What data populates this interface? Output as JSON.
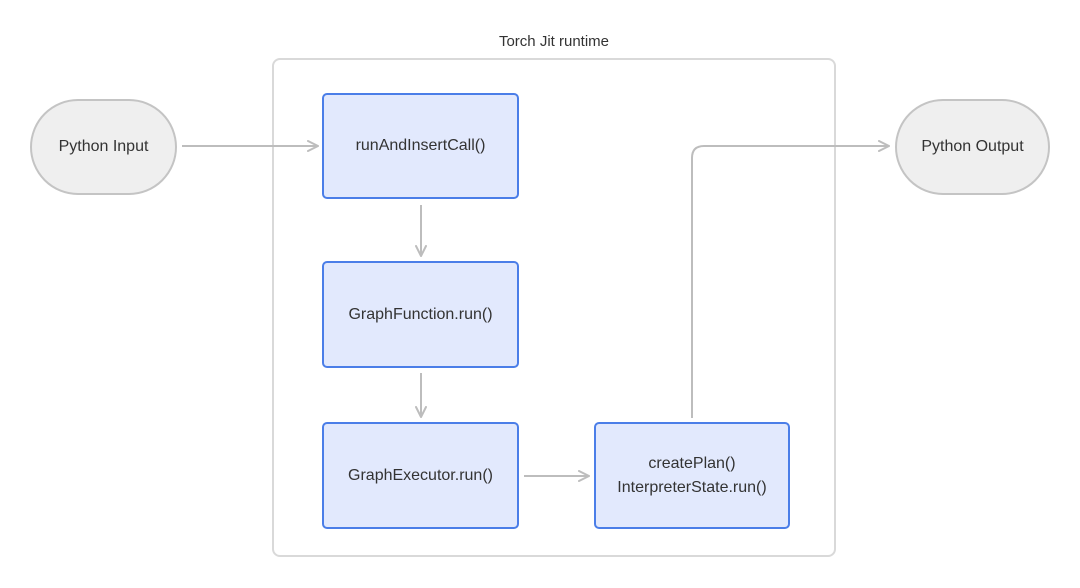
{
  "container": {
    "title": "Torch Jit runtime"
  },
  "nodes": {
    "python_input": "Python Input",
    "run_and_insert_call": "runAndInsertCall()",
    "graph_function_run": "GraphFunction.run()",
    "graph_executor_run": "GraphExecutor.run()",
    "create_plan": "createPlan()",
    "interpreter_state_run": "InterpreterState.run()",
    "python_output": "Python Output"
  },
  "colors": {
    "process_fill": "#e2e9fd",
    "process_border": "#4b7ee8",
    "terminal_fill": "#efefef",
    "terminal_border": "#c4c4c4",
    "connector": "#bdbdbd",
    "frame_border": "#d9d9d9"
  }
}
